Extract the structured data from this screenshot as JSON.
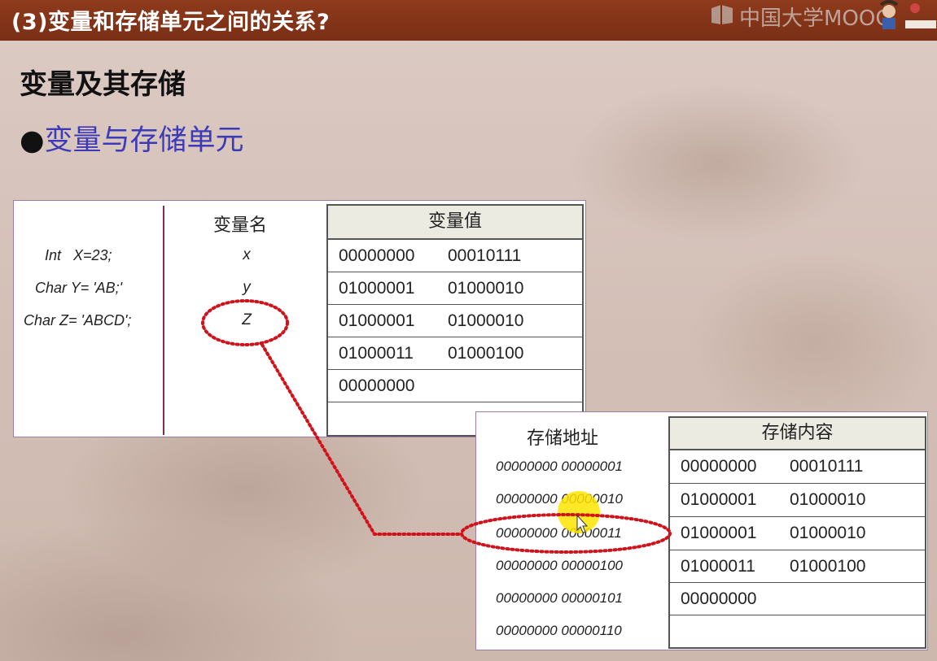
{
  "header": {
    "title": "(3)变量和存储单元之间的关系?",
    "logo_text": "中国大学MOOC"
  },
  "slide": {
    "heading": "变量及其存储",
    "bullet_symbol": "●",
    "bullet_text": "变量与存储单元"
  },
  "variables_table": {
    "declarations": [
      "Int   X=23;",
      "Char Y= 'AB;'",
      "Char Z= 'ABCD';"
    ],
    "name_header": "变量名",
    "names": [
      "x",
      "y",
      "Z"
    ],
    "value_header": "变量值",
    "rows": [
      [
        "00000000",
        "00010111"
      ],
      [
        "01000001",
        "01000010"
      ],
      [
        "01000001",
        "01000010"
      ],
      [
        "01000011",
        "01000100"
      ],
      [
        "00000000",
        ""
      ],
      [
        "",
        ""
      ]
    ]
  },
  "memory_table": {
    "address_header": "存储地址",
    "content_header": "存储内容",
    "addresses": [
      "00000000 00000001",
      "00000000 00000010",
      "00000000 00000011",
      "00000000 00000100",
      "00000000 00000101",
      "00000000 00000110"
    ],
    "rows": [
      [
        "00000000",
        "00010111"
      ],
      [
        "01000001",
        "01000010"
      ],
      [
        "01000001",
        "01000010"
      ],
      [
        "01000011",
        "01000100"
      ],
      [
        "00000000",
        ""
      ],
      [
        "",
        ""
      ]
    ]
  },
  "colors": {
    "title_bar": "#7a2f15",
    "bullet_text": "#3c3ab8",
    "dotted_highlight": "#d0121b",
    "cursor_highlight": "#ffe400"
  }
}
